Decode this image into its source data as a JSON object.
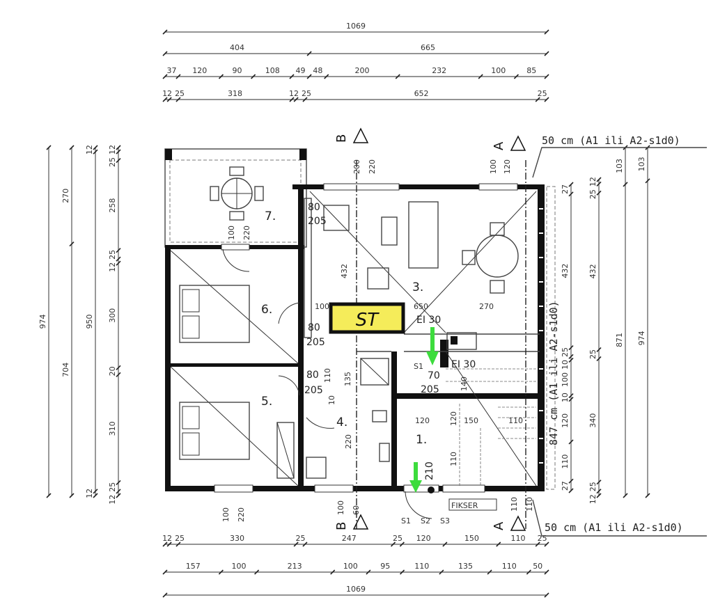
{
  "dimensions": {
    "top": [
      {
        "labels": [
          "1069"
        ],
        "values": [
          1069
        ]
      },
      {
        "labels": [
          "404",
          "665"
        ],
        "values": [
          404,
          665
        ]
      },
      {
        "labels": [
          "37",
          "120",
          "90",
          "108",
          "49",
          "48",
          "200",
          "232",
          "100",
          "85"
        ],
        "values": [
          37,
          120,
          90,
          108,
          49,
          48,
          200,
          232,
          100,
          85
        ]
      },
      {
        "labels": [
          "12",
          "25",
          "318",
          "12",
          "25",
          "652",
          "25"
        ],
        "values": [
          12,
          25,
          318,
          12,
          25,
          652,
          25
        ]
      }
    ],
    "bottom": [
      {
        "labels": [
          "12",
          "25",
          "330",
          "25",
          "247",
          "25",
          "120",
          "150",
          "110",
          "25"
        ],
        "values": [
          12,
          25,
          330,
          25,
          247,
          25,
          120,
          150,
          110,
          25
        ]
      },
      {
        "labels": [
          "157",
          "100",
          "213",
          "100",
          "95",
          "110",
          "135",
          "110",
          "50"
        ],
        "values": [
          157,
          100,
          213,
          100,
          95,
          110,
          135,
          110,
          50
        ]
      },
      {
        "labels": [
          "1069"
        ],
        "values": [
          1069
        ]
      }
    ],
    "left": [
      {
        "labels": [
          "974"
        ],
        "values": [
          974
        ]
      },
      {
        "labels": [
          "270",
          "704"
        ],
        "values": [
          270,
          704
        ]
      },
      {
        "labels": [
          "12",
          "950",
          "12"
        ],
        "values": [
          12,
          950,
          12
        ]
      },
      {
        "labels": [
          "12",
          "25",
          "258",
          "25",
          "12",
          "300",
          "20",
          "310",
          "25",
          "12"
        ],
        "values": [
          12,
          25,
          258,
          25,
          12,
          300,
          20,
          310,
          25,
          12
        ]
      }
    ],
    "right": [
      {
        "labels": [
          "27",
          "432",
          "25",
          "10",
          "100",
          "10",
          "120",
          "110",
          "27"
        ],
        "values": [
          27,
          432,
          25,
          10,
          100,
          10,
          120,
          110,
          27
        ]
      },
      {
        "labels": [
          "12",
          "25",
          "432",
          "25",
          "340",
          "25",
          "12"
        ],
        "values": [
          12,
          25,
          432,
          25,
          340,
          25,
          12
        ]
      },
      {
        "labels": [
          "103",
          "871"
        ],
        "values": [
          103,
          871
        ]
      },
      {
        "labels": [
          "103",
          "974"
        ],
        "values": [
          103,
          974
        ]
      }
    ]
  },
  "rooms": {
    "r1": "1.",
    "r3": "3.",
    "r4": "4.",
    "r5": "5.",
    "r6": "6.",
    "r7": "7."
  },
  "stair_box": {
    "label": "ST",
    "color": "#f5ec5a"
  },
  "fire_notes": {
    "top": "50 cm (A1 ili A2-s1d0)",
    "bottom": "50 cm (A1 ili A2-s1d0)",
    "side": "847 cm (A1 ili A2-s1d0)"
  },
  "section_markers": {
    "a": "A",
    "b": "B"
  },
  "labels": {
    "ei30_a": "EI 30",
    "ei30_b": "EI 30",
    "s1": "S1",
    "s2": "S2",
    "s3": "S3",
    "s1_small": "S1",
    "fikser": "FIKSER",
    "d7_w": "80",
    "d7_h": "205",
    "d6_w": "80",
    "d6_h": "205",
    "d5_w": "80",
    "d5_h": "205",
    "terrace_w": "100",
    "terrace_h": "220",
    "top_win_b_w": "200",
    "top_win_b_h": "220",
    "top_win_a_w": "100",
    "top_win_a_h": "120",
    "bot_win_w": "100",
    "bot_win_h": "220",
    "bot_win_b_w": "100",
    "bot_win_b_h": "60",
    "bot_win_a_w": "110",
    "bot_win_a_h": "110",
    "dim_432": "432",
    "dim_100": "100",
    "dim_650": "650",
    "dim_270": "270",
    "dim_110": "110",
    "dim_135": "135",
    "dim_10": "10",
    "dim_220": "220",
    "dim_120": "120",
    "dim_150": "150",
    "dim_110b": "110",
    "dim_70": "70",
    "dim_205": "205",
    "dim_210": "210",
    "dim_110c": "110",
    "dim_120v": "120",
    "dim_140": "140"
  },
  "colors": {
    "arrow": "#3ddc3d",
    "walls": "#111111"
  }
}
